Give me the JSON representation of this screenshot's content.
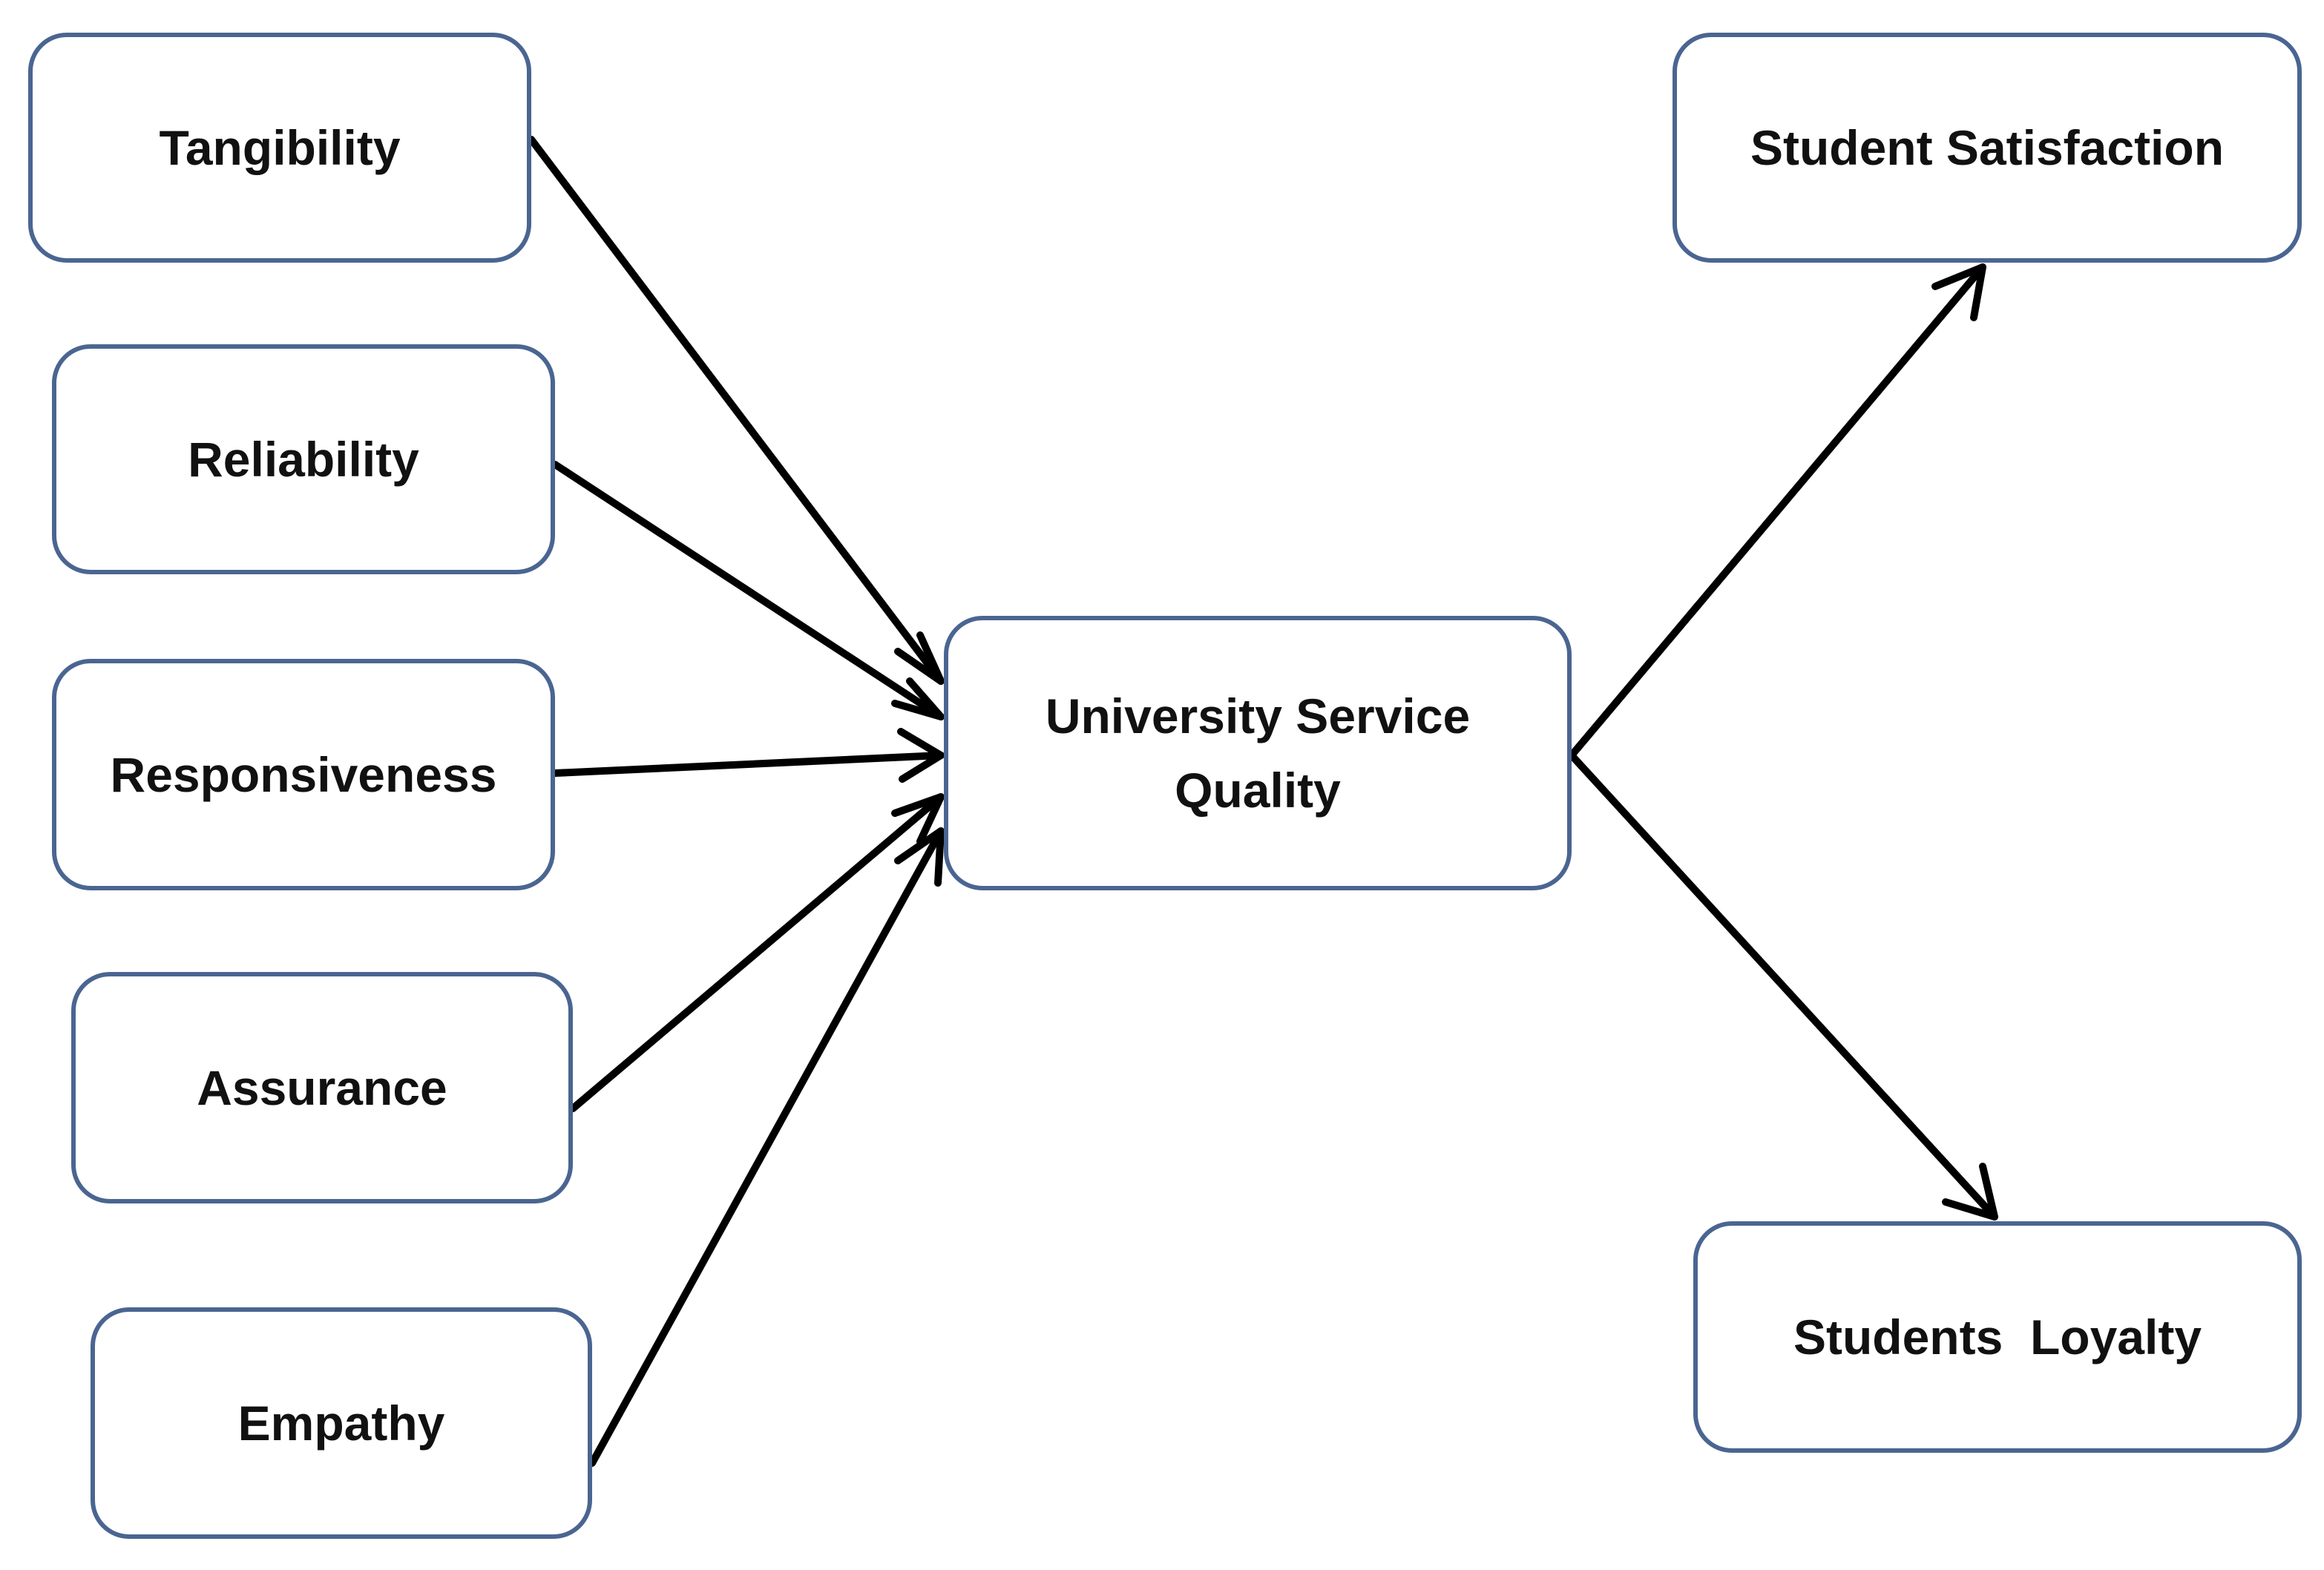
{
  "nodes": {
    "tangibility": "Tangibility",
    "reliability": "Reliability",
    "responsiveness": "Responsiveness",
    "assurance": "Assurance",
    "empathy": "Empathy",
    "university_service_quality": [
      "University Service",
      "Quality"
    ],
    "student_satisfaction": "Student Satisfaction",
    "students_loyalty": "Students  Loyalty"
  },
  "edges": [
    {
      "from": "tangibility",
      "to": "university_service_quality"
    },
    {
      "from": "reliability",
      "to": "university_service_quality"
    },
    {
      "from": "responsiveness",
      "to": "university_service_quality"
    },
    {
      "from": "assurance",
      "to": "university_service_quality"
    },
    {
      "from": "empathy",
      "to": "university_service_quality"
    },
    {
      "from": "university_service_quality",
      "to": "student_satisfaction"
    },
    {
      "from": "university_service_quality",
      "to": "students_loyalty"
    }
  ],
  "colors": {
    "node_border": "#4a6591",
    "arrow": "#000000",
    "text": "#111111"
  }
}
